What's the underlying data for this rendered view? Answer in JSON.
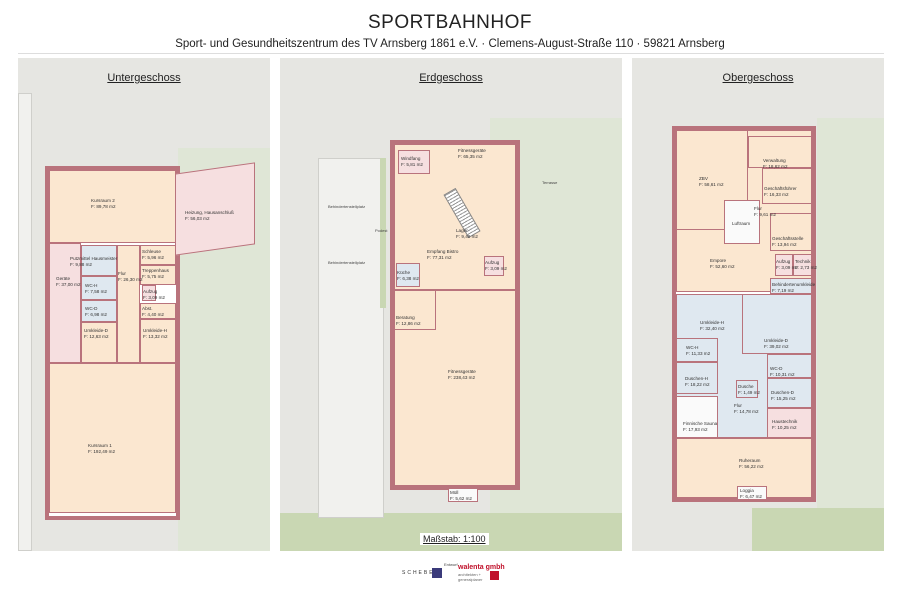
{
  "header": {
    "title": "SPORTBAHNHOF",
    "subtitle": "Sport- und Gesundheitszentrum des TV Arnsberg 1861 e.V.  ·  Clemens-August-Straße 110  ·  59821 Arnsberg"
  },
  "floors": {
    "ug": {
      "title": "Untergeschoss",
      "rooms": {
        "kursraum2": {
          "name": "Kursraum 2",
          "area": "F: 89,78 m2"
        },
        "heizung": {
          "name": "Heizung, Hausanschluß",
          "area": "F: 56,03 m2"
        },
        "putz": {
          "name": "Putzmittel Hausmeister",
          "area": "F: 9,88 m2"
        },
        "geraete": {
          "name": "Geräte",
          "area": "F: 37,00 m2"
        },
        "wch": {
          "name": "WC-H",
          "area": "F: 7,58 m2"
        },
        "wcd": {
          "name": "WC-D",
          "area": "F: 6,98 m2"
        },
        "flur": {
          "name": "Flur",
          "area": "F: 26,30 m2"
        },
        "schleuse": {
          "name": "Schleuse",
          "area": "F: 5,96 m2"
        },
        "treppe": {
          "name": "Treppenhaus",
          "area": "F: 5,75 m2"
        },
        "aufzug": {
          "name": "Aufzug",
          "area": "F: 3,09 m2"
        },
        "abst": {
          "name": "Abst.",
          "area": "F: 4,40 m2"
        },
        "umkd": {
          "name": "Umkleide-D",
          "area": "F: 12,63 m2"
        },
        "umkh": {
          "name": "Umkleide-H",
          "area": "F: 13,32 m2"
        },
        "kursraum1": {
          "name": "Kursraum 1",
          "area": "F: 192,49 m2"
        }
      }
    },
    "eg": {
      "title": "Erdgeschoss",
      "labels": {
        "park1": "Behindertenstellplatz",
        "park2": "Behindertenstellplatz",
        "podest": "Podest",
        "terrasse": "Terrasse"
      },
      "rooms": {
        "windfang": {
          "name": "Windfang",
          "area": "F: 5,81 m2"
        },
        "fit1": {
          "name": "Fitnessgeräte",
          "area": "F: 65,35 m2"
        },
        "lager": {
          "name": "Lager",
          "area": "F: 9,49 m2"
        },
        "empfang": {
          "name": "Empfang Bistro",
          "area": "F: 77,31 m2"
        },
        "kueche": {
          "name": "Küche",
          "area": "F: 6,38 m2"
        },
        "aufzug": {
          "name": "Aufzug",
          "area": "F: 3,09 m2"
        },
        "beratung": {
          "name": "Beratung",
          "area": "F: 12,86 m2"
        },
        "fit2": {
          "name": "Fitnessgeräte",
          "area": "F: 238,43 m2"
        },
        "muell": {
          "name": "Müll",
          "area": "F: 5,62 m2"
        }
      },
      "scale": "Maßstab: 1:100"
    },
    "og": {
      "title": "Obergeschoss",
      "rooms": {
        "zbv": {
          "name": "ZBV",
          "area": "F: 58,61 m2"
        },
        "verwaltung": {
          "name": "Verwaltung",
          "area": "F: 18,62 m2"
        },
        "gf": {
          "name": "Geschäftsführer",
          "area": "F: 16,33 m2"
        },
        "flur1": {
          "name": "Flur",
          "area": "F: 9,61 m2"
        },
        "luftraum": {
          "name": "Luftraum",
          "area": ""
        },
        "gs": {
          "name": "Geschäftsstelle",
          "area": "F: 13,94 m2"
        },
        "empore": {
          "name": "Empore",
          "area": "F: 52,60 m2"
        },
        "aufzug": {
          "name": "Aufzug",
          "area": "F: 3,09 m2"
        },
        "technik": {
          "name": "Technik",
          "area": "F: 2,73 m2"
        },
        "behumk": {
          "name": "Behindertenumkleide",
          "area": "F: 7,19 m2"
        },
        "umkh": {
          "name": "Umkleide-H",
          "area": "F: 32,40 m2"
        },
        "umkd": {
          "name": "Umkleide-D",
          "area": "F: 39,02 m2"
        },
        "wch": {
          "name": "WC-H",
          "area": "F: 11,33 m2"
        },
        "wcd": {
          "name": "WC-D",
          "area": "F: 10,31 m2"
        },
        "duschh": {
          "name": "Duschen-H",
          "area": "F: 18,22 m2"
        },
        "dusche": {
          "name": "Dusche",
          "area": "F: 1,49 m2"
        },
        "duschd": {
          "name": "Duschen-D",
          "area": "F: 15,25 m2"
        },
        "flur2": {
          "name": "Flur",
          "area": "F: 14,78 m2"
        },
        "sauna": {
          "name": "Finnische Sauna",
          "area": "F: 17,93 m2"
        },
        "haustechnik": {
          "name": "Haustechnik",
          "area": "F: 10,25 m2"
        },
        "ruheraum": {
          "name": "Ruheraum",
          "area": "F: 56,22 m2"
        },
        "loggia": {
          "name": "Loggia",
          "area": "F: 6,47 m2"
        }
      }
    }
  },
  "footer": {
    "entwurf": "Entwurf",
    "logo1": "SCHEBE",
    "logo2_name": "walenta gmbh",
    "logo2_sub": "architekten + generalplaner",
    "colors": {
      "wall": "#b9737c",
      "accent": "#c0102a",
      "logo1": "#3a3a7a"
    }
  }
}
